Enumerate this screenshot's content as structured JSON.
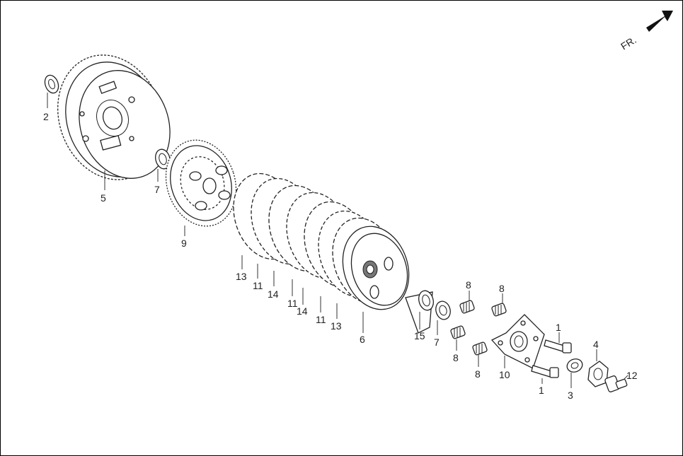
{
  "orientation": {
    "text": "FR.",
    "arrow_icon": "front-direction-arrow-icon"
  },
  "callouts": [
    {
      "id": "c2",
      "text": "2"
    },
    {
      "id": "c5",
      "text": "5"
    },
    {
      "id": "c7a",
      "text": "7"
    },
    {
      "id": "c9",
      "text": "9"
    },
    {
      "id": "c13a",
      "text": "13"
    },
    {
      "id": "c11a",
      "text": "11"
    },
    {
      "id": "c14a",
      "text": "14"
    },
    {
      "id": "c11b",
      "text": "11"
    },
    {
      "id": "c14b",
      "text": "14"
    },
    {
      "id": "c11c",
      "text": "11"
    },
    {
      "id": "c13b",
      "text": "13"
    },
    {
      "id": "c6",
      "text": "6"
    },
    {
      "id": "c15",
      "text": "15"
    },
    {
      "id": "c7b",
      "text": "7"
    },
    {
      "id": "c8a",
      "text": "8"
    },
    {
      "id": "c8b",
      "text": "8"
    },
    {
      "id": "c8c",
      "text": "8"
    },
    {
      "id": "c8d",
      "text": "8"
    },
    {
      "id": "c10",
      "text": "10"
    },
    {
      "id": "c1a",
      "text": "1"
    },
    {
      "id": "c1b",
      "text": "1"
    },
    {
      "id": "c3",
      "text": "3"
    },
    {
      "id": "c4",
      "text": "4"
    },
    {
      "id": "c12",
      "text": "12"
    }
  ]
}
